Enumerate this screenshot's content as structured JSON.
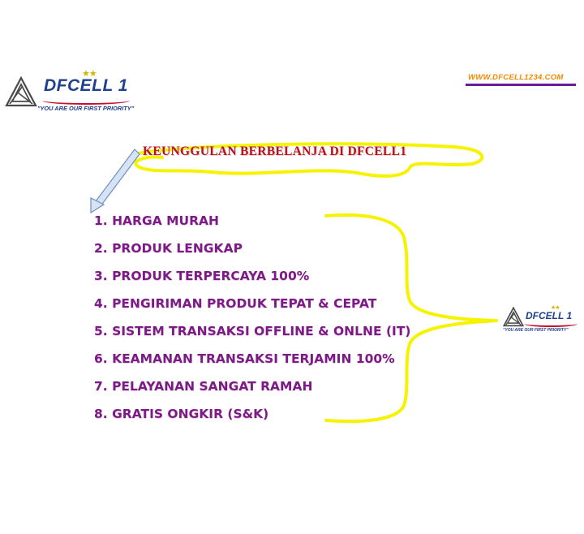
{
  "logo": {
    "brand": "DFCELL 1",
    "stars": "★★",
    "tagline": "\"YOU ARE OUR FIRST PRIORITY\""
  },
  "website": "WWW.DFCELL1234.COM",
  "headline": "KEUNGGULAN BERBELANJA  DI DFCELL1",
  "advantages": [
    "1. HARGA MURAH",
    "2. PRODUK LENGKAP",
    "3. PRODUK TERPERCAYA 100%",
    "4. PENGIRIMAN PRODUK TEPAT & CEPAT",
    "5. SISTEM TRANSAKSI OFFLINE & ONLNE (IT)",
    "6. KEAMANAN TRANSAKSI TERJAMIN 100%",
    "7. PELAYANAN SANGAT RAMAH",
    "8. GRATIS ONGKIR (S&K)"
  ],
  "colors": {
    "brand_blue": "#1f3f8f",
    "headline_red": "#b3151c",
    "list_purple": "#7d1b86",
    "highlight_yellow": "#f5f300",
    "website_orange": "#f08a00"
  },
  "icons": [
    "dfcell-triangle-logo-icon",
    "arrow-icon"
  ]
}
